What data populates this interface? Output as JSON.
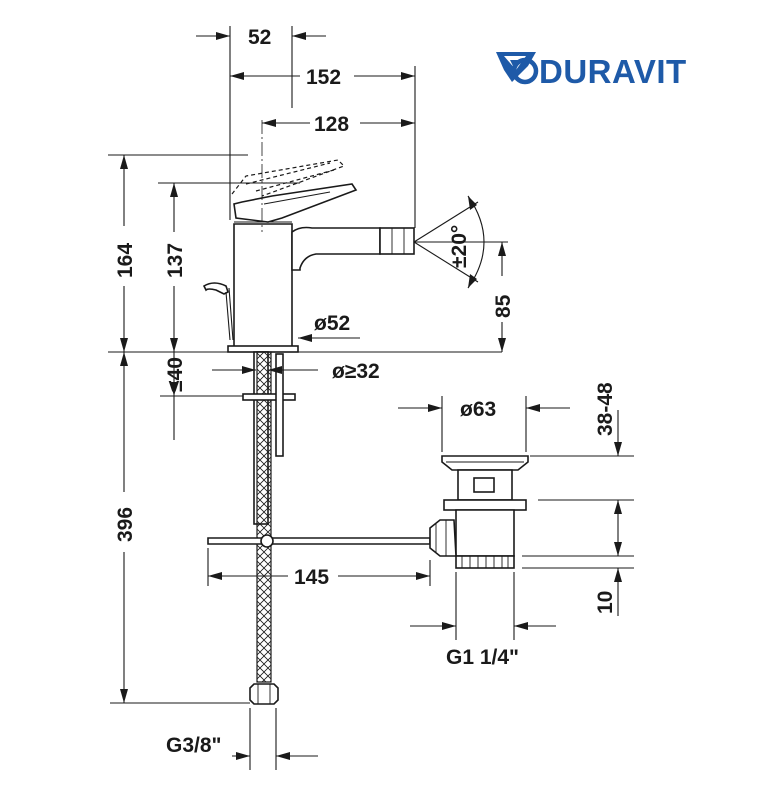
{
  "brand": {
    "name": "DURAVIT",
    "logo_icon": "duravit-swirl-logo",
    "color": "#1e5aa8"
  },
  "dimensions": {
    "spout_offset": "52",
    "overall_depth": "152",
    "lever_depth": "128",
    "overall_height": "164",
    "lever_height": "137",
    "jet_angle": "±20°",
    "outlet_height": "85",
    "base_diameter": "ø52",
    "hole_diameter": "ø≥32",
    "max_deck_thickness": "≤40",
    "hose_length": "396",
    "waste_diameter": "ø63",
    "waste_range": "38-48",
    "rod_length": "145",
    "waste_thread_depth": "10",
    "waste_thread": "G1 1/4\"",
    "hose_thread": "G3/8\""
  },
  "colors": {
    "line": "#1a1a1a",
    "background": "#ffffff"
  }
}
